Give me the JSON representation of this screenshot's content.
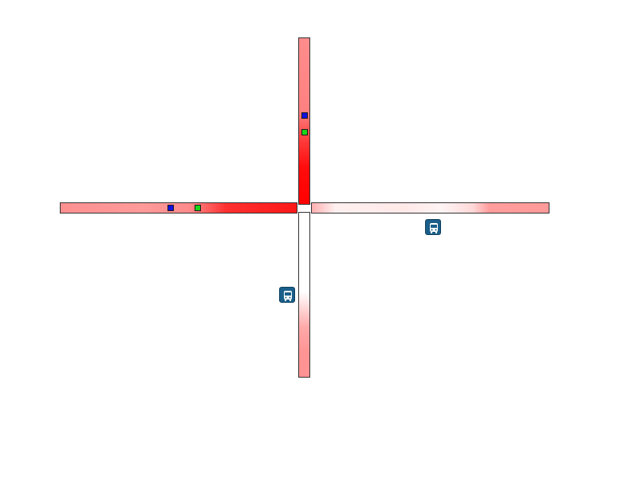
{
  "scene": {
    "colors": {
      "background": "#ffffff",
      "congestion_high": "#ff0000",
      "congestion_low": "#ffffff",
      "road_border": "#333333",
      "vehicle_blue": "#1010e0",
      "vehicle_green": "#19d619",
      "bus_stop": "#1a5f8a"
    },
    "roads": [
      {
        "id": "west",
        "orientation": "horizontal"
      },
      {
        "id": "east",
        "orientation": "horizontal"
      },
      {
        "id": "north",
        "orientation": "vertical"
      },
      {
        "id": "south",
        "orientation": "vertical"
      }
    ],
    "vehicles": [
      {
        "color": "blue",
        "road": "north"
      },
      {
        "color": "green",
        "road": "north"
      },
      {
        "color": "blue",
        "road": "west"
      },
      {
        "color": "green",
        "road": "west"
      }
    ],
    "bus_stops": [
      {
        "icon": "bus-icon",
        "near": "east"
      },
      {
        "icon": "bus-icon",
        "near": "south"
      }
    ]
  }
}
